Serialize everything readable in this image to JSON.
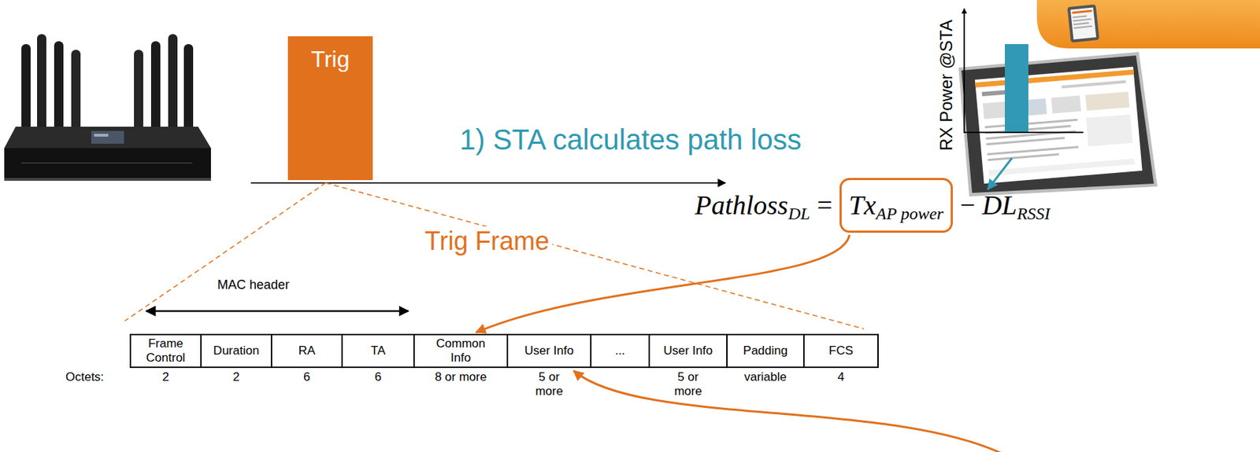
{
  "diagram": {
    "nodes": [
      {
        "text": [
          "Trig"
        ]
      },
      {
        "text": [
          "Tx",
          "AP power"
        ]
      }
    ],
    "labels": [
      "1) STA calculates path loss",
      "Pathloss",
      "DL",
      "=",
      "−",
      "DL",
      "RSSI",
      "Trig Frame",
      "MAC header",
      "Frame Control",
      "Duration",
      "RA",
      "TA",
      "Common Info",
      "User Info",
      "...",
      "User Info",
      "Padding",
      "FCS",
      "Octets:",
      "2",
      "2",
      "6",
      "6",
      "8 or more",
      "5 or more",
      "5 or more",
      "variable",
      "4",
      "RX Power @STA"
    ]
  }
}
